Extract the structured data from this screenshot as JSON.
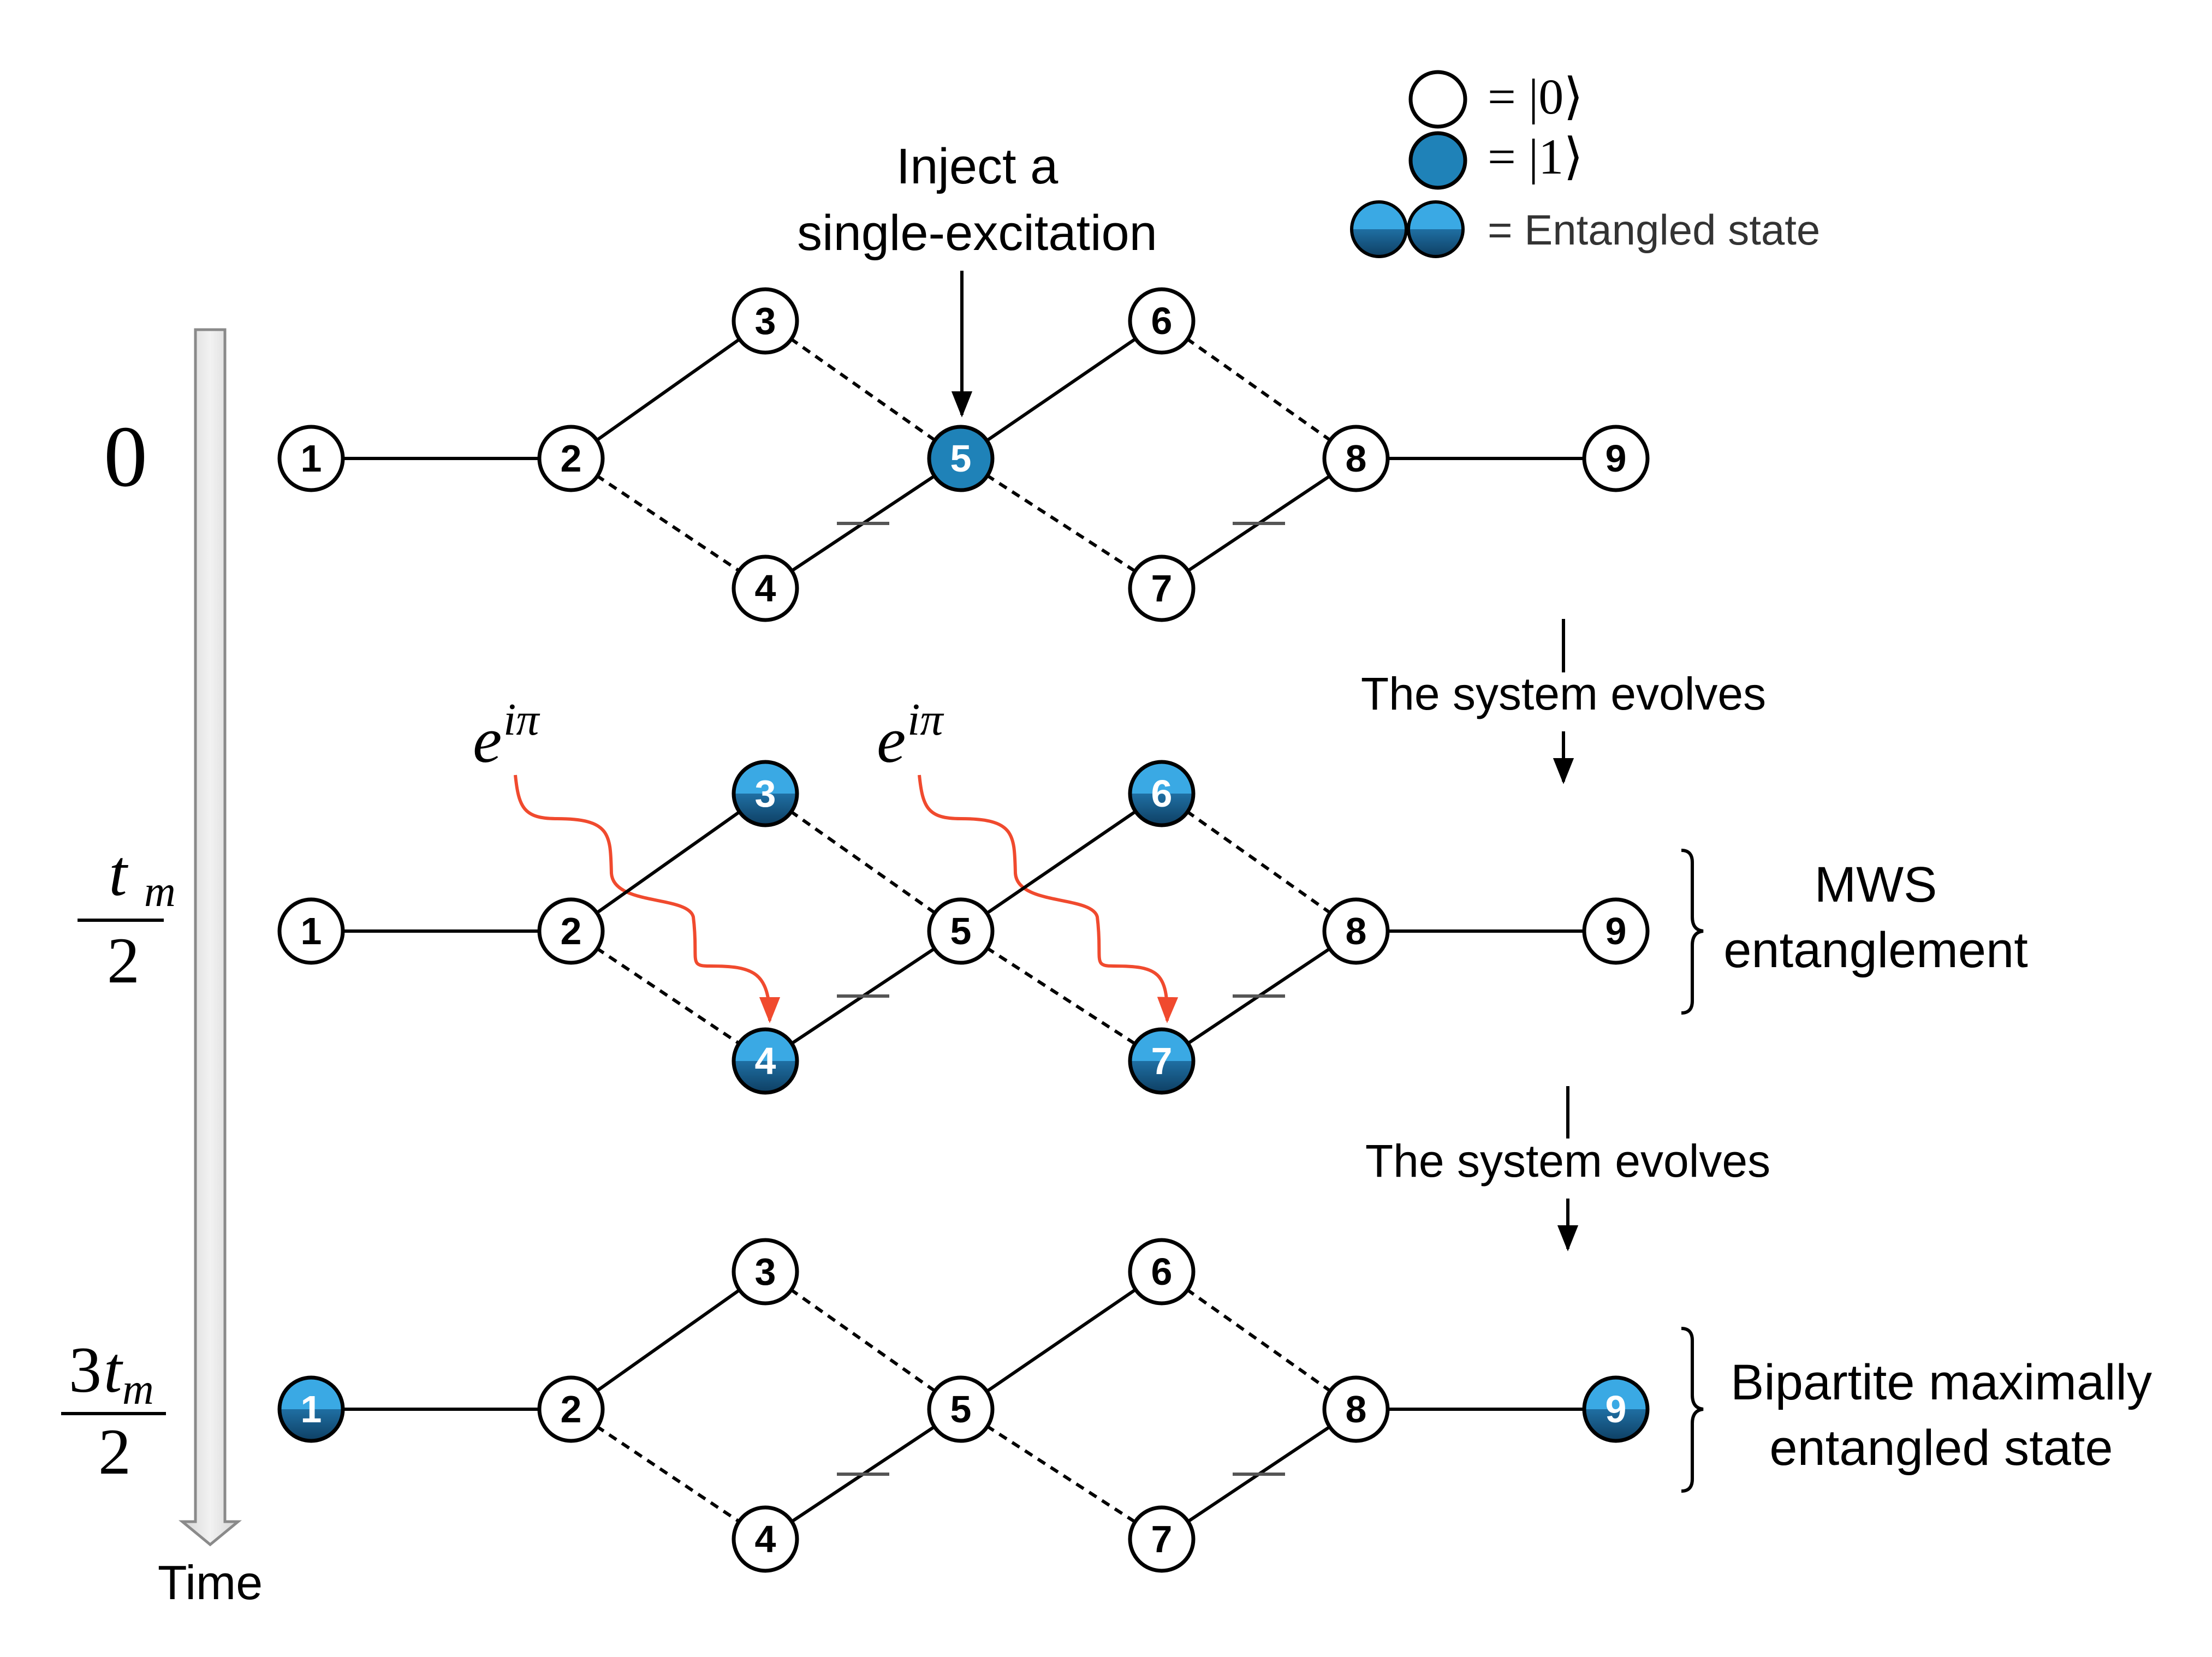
{
  "legend": {
    "zero_label": "= |0⟩",
    "one_label": "= |1⟩",
    "entangled_label": "= Entangled state"
  },
  "timeline": {
    "time_label": "Time",
    "t0_label": "0",
    "t1_num": "t",
    "t1_sub": "m",
    "t1_den": "2",
    "t2_num_coef": "3",
    "t2_num": "t",
    "t2_sub": "m",
    "t2_den": "2"
  },
  "annotations": {
    "inject_line1": "Inject a",
    "inject_line2": "single-excitation",
    "evolves_1": "The system evolves",
    "evolves_2": "The system evolves",
    "phase_base": "e",
    "phase_exp": "iπ",
    "mws_line1": "MWS",
    "mws_line2": "entanglement",
    "bipartite_line1": "Bipartite maximally",
    "bipartite_line2": "entangled state"
  },
  "colors": {
    "excited": "#1f82b8",
    "entangled_top": "#3aa9e4",
    "entangled_bottom": "#0e3f63",
    "phase_arrow": "#f04a2e",
    "line": "#000000",
    "time_arrow": "#e6e6e6"
  },
  "nodes": {
    "labels": [
      "1",
      "2",
      "3",
      "4",
      "5",
      "6",
      "7",
      "8",
      "9"
    ]
  },
  "rows": [
    {
      "name": "row-t0",
      "states": [
        "zero",
        "zero",
        "zero",
        "zero",
        "excited",
        "zero",
        "zero",
        "zero",
        "zero"
      ]
    },
    {
      "name": "row-t1",
      "states": [
        "zero",
        "zero",
        "entangled",
        "entangled",
        "zero",
        "entangled",
        "entangled",
        "zero",
        "zero"
      ]
    },
    {
      "name": "row-t2",
      "states": [
        "entangled",
        "zero",
        "zero",
        "zero",
        "zero",
        "zero",
        "zero",
        "zero",
        "entangled"
      ]
    }
  ]
}
